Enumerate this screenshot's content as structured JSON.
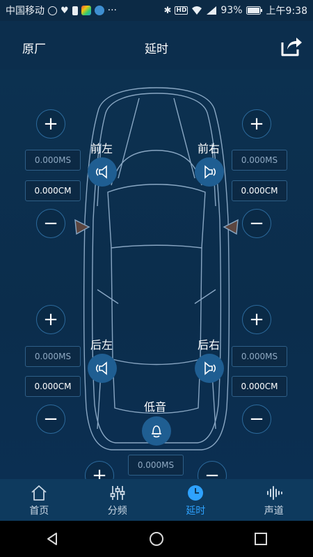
{
  "status_bar": {
    "carrier": "中国移动",
    "battery": "93%",
    "time": "上午9:38",
    "dots": "···"
  },
  "header": {
    "left_label": "原厂",
    "title": "延时",
    "share_icon": "share-icon"
  },
  "speakers": {
    "front_left": {
      "label": "前左",
      "ms": "0.000MS",
      "cm": "0.000CM"
    },
    "front_right": {
      "label": "前右",
      "ms": "0.000MS",
      "cm": "0.000CM"
    },
    "rear_left": {
      "label": "后左",
      "ms": "0.000MS",
      "cm": "0.000CM"
    },
    "rear_right": {
      "label": "后右",
      "ms": "0.000MS",
      "cm": "0.000CM"
    },
    "subwoofer": {
      "label": "低音",
      "ms": "0.000MS"
    }
  },
  "controls": {
    "plus": "+",
    "minus": "−"
  },
  "tabs": [
    {
      "label": "首页",
      "icon": "home-icon"
    },
    {
      "label": "分频",
      "icon": "equalizer-icon"
    },
    {
      "label": "延时",
      "icon": "clock-icon",
      "active": true
    },
    {
      "label": "声道",
      "icon": "waveform-icon"
    }
  ],
  "colors": {
    "background": "#0b2c49",
    "accent": "#2ea2ff",
    "speaker": "#1f5e92"
  }
}
